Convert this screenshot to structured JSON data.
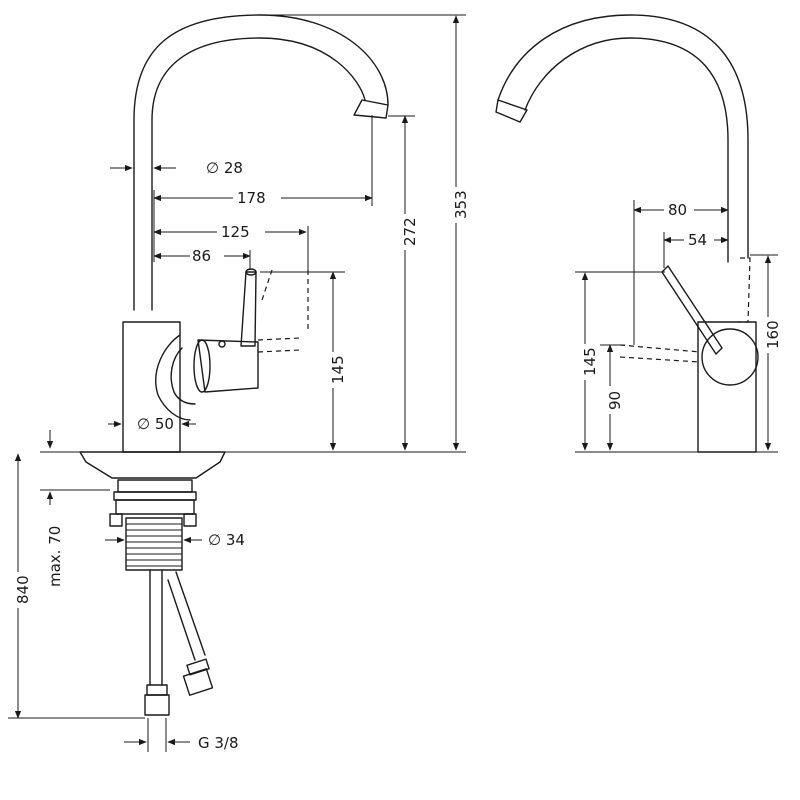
{
  "dimensions": {
    "spout_diameter": "∅ 28",
    "reach_spout": "178",
    "reach_handle": "125",
    "handle_offset": "86",
    "spout_outlet_height": "272",
    "total_height": "353",
    "handle_height_front": "145",
    "body_diameter": "∅ 50",
    "installation_depth": "840",
    "max_counter_thickness": "max. 70",
    "shank_diameter": "∅ 34",
    "connection_thread": "G 3/8",
    "side_reach_outer": "80",
    "side_reach_inner": "54",
    "side_height_handle": "145",
    "side_height_joint": "90",
    "side_body_height": "160"
  },
  "colors": {
    "line": "#1a1a1a",
    "background": "#ffffff"
  }
}
